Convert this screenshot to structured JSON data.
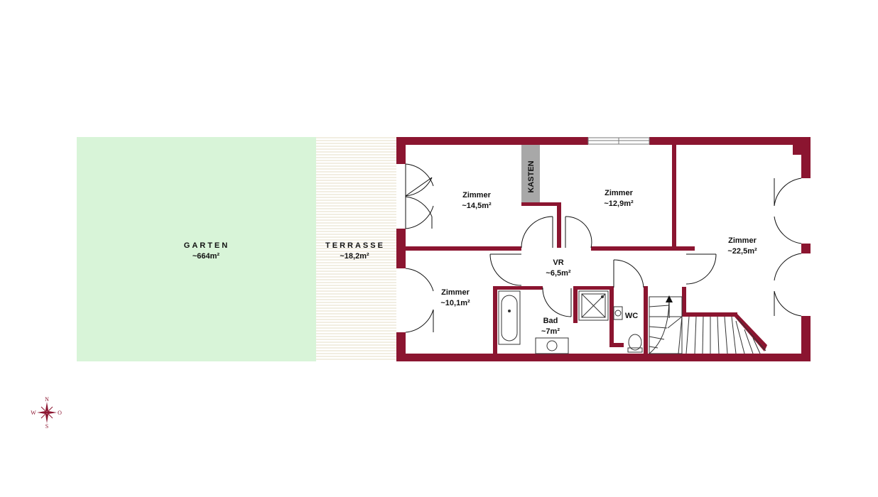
{
  "colors": {
    "wall": "#8b1530",
    "garden": "#d8f4d8",
    "terrace_stripe": "#e6dec4",
    "kasten": "#a8a8a8",
    "fixture_stroke": "#333333"
  },
  "rooms": {
    "garten": {
      "name": "GARTEN",
      "area": "~664m²"
    },
    "terrasse": {
      "name": "TERRASSE",
      "area": "~18,2m²"
    },
    "zimmer_a": {
      "name": "Zimmer",
      "area": "~14,5m²"
    },
    "zimmer_b": {
      "name": "Zimmer",
      "area": "~12,9m²"
    },
    "zimmer_c": {
      "name": "Zimmer",
      "area": "~22,5m²"
    },
    "zimmer_d": {
      "name": "Zimmer",
      "area": "~10,1m²"
    },
    "vr": {
      "name": "VR",
      "area": "~6,5m²"
    },
    "bad": {
      "name": "Bad",
      "area": "~7m²"
    },
    "wc": {
      "name": "WC"
    },
    "kasten": {
      "name": "KASTEN"
    }
  },
  "compass": {
    "n": "N",
    "s": "S",
    "w": "W",
    "o": "O"
  },
  "icons": [
    "compass-rose-icon",
    "stair-direction-arrow-icon",
    "bathtub-icon",
    "shower-icon",
    "sink-icon",
    "toilet-icon"
  ]
}
